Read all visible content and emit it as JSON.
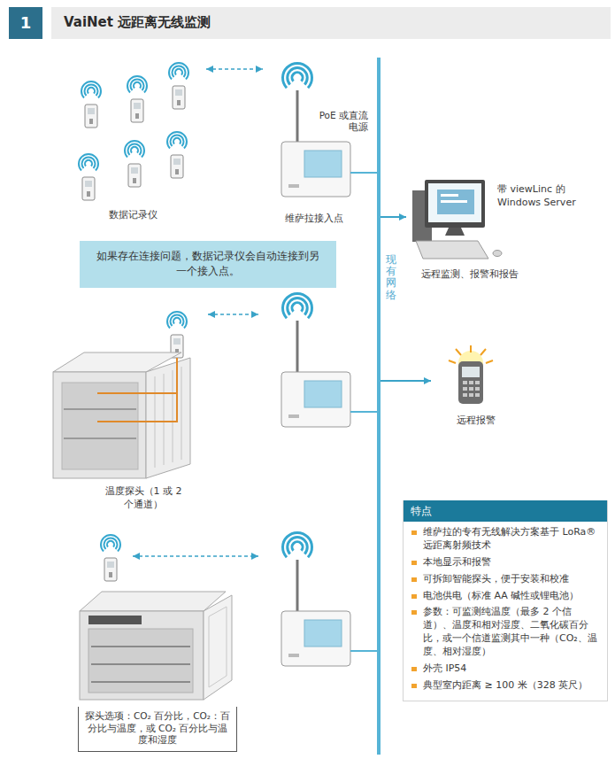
{
  "diagram": {
    "title": "VaiNet 远距离无线监测",
    "nodes": [
      {
        "text": [
          "数据记录仪"
        ]
      },
      {
        "text": [
          "维萨拉接入点",
          "PoE 或直流 电源"
        ]
      },
      {
        "text": [
          "如果存在连接问题，数据记录仪会自动连接到另一个接入点。"
        ]
      },
      {
        "text": [
          "现有网络"
        ]
      },
      {
        "text": [
          "带 viewLinc 的 Windows Server",
          "远程监测、报警和报告"
        ]
      },
      {
        "text": [
          "温度探头（1 或 2 个通道）"
        ]
      },
      {
        "text": [
          "远程报警"
        ]
      },
      {
        "text": [
          "探头选项：CO₂ 百分比，CO₂：百分比与温度，或 CO₂ 百分比与温度和湿度"
        ]
      },
      {
        "text": [
          "特点",
          "维萨拉的专有无线解决方案基于 LoRa® 远距离射频技术",
          "本地显示和报警",
          "可拆卸智能探头，便于安装和校准",
          "电池供电（标准 AA 碱性或锂电池）",
          "参数：可监测纯温度（最多 2 个信道）、温度和相对湿度、二氧化碳百分比，或一个信道监测其中一种（CO₂、温度、相对湿度）",
          "外壳 IP54",
          "典型室内距离 ≥ 100 米（328 英尺）"
        ]
      }
    ],
    "edges": [
      {
        "from": 0,
        "to": 1,
        "arrow": "both"
      },
      {
        "from": 1,
        "to": 3,
        "arrow": "none"
      },
      {
        "from": 3,
        "to": 4,
        "arrow": "to"
      },
      {
        "from": 3,
        "to": 6,
        "arrow": "to"
      }
    ],
    "labels": [
      "1"
    ]
  }
}
